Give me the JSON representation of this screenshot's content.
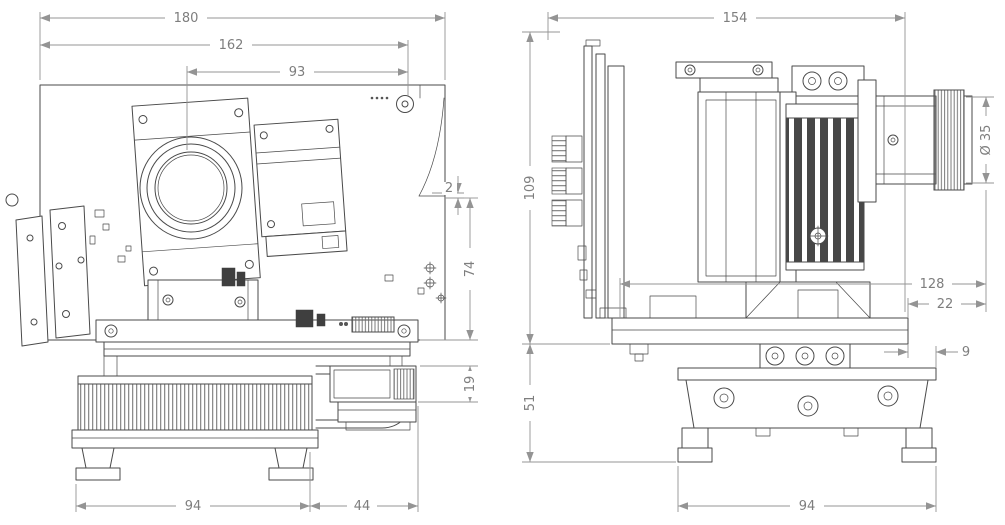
{
  "drawing": {
    "front_view": {
      "dims": {
        "overall_width": "180",
        "inner_width": "162",
        "lens_to_pin": "93",
        "edge_step": "2",
        "body_height": "74",
        "module_height": "19",
        "foot_span": "94",
        "right_span": "44"
      }
    },
    "side_view": {
      "dims": {
        "overall_depth": "154",
        "upper_height": "109",
        "lens_diameter": "Ø 35",
        "depth_to_face": "128",
        "plate_overhang": "22",
        "base_offset": "9",
        "lower_height": "51",
        "foot_span": "94"
      }
    },
    "colors": {
      "line": "#4a4a4a",
      "dimension": "#8c8c8c",
      "background": "#ffffff"
    }
  }
}
